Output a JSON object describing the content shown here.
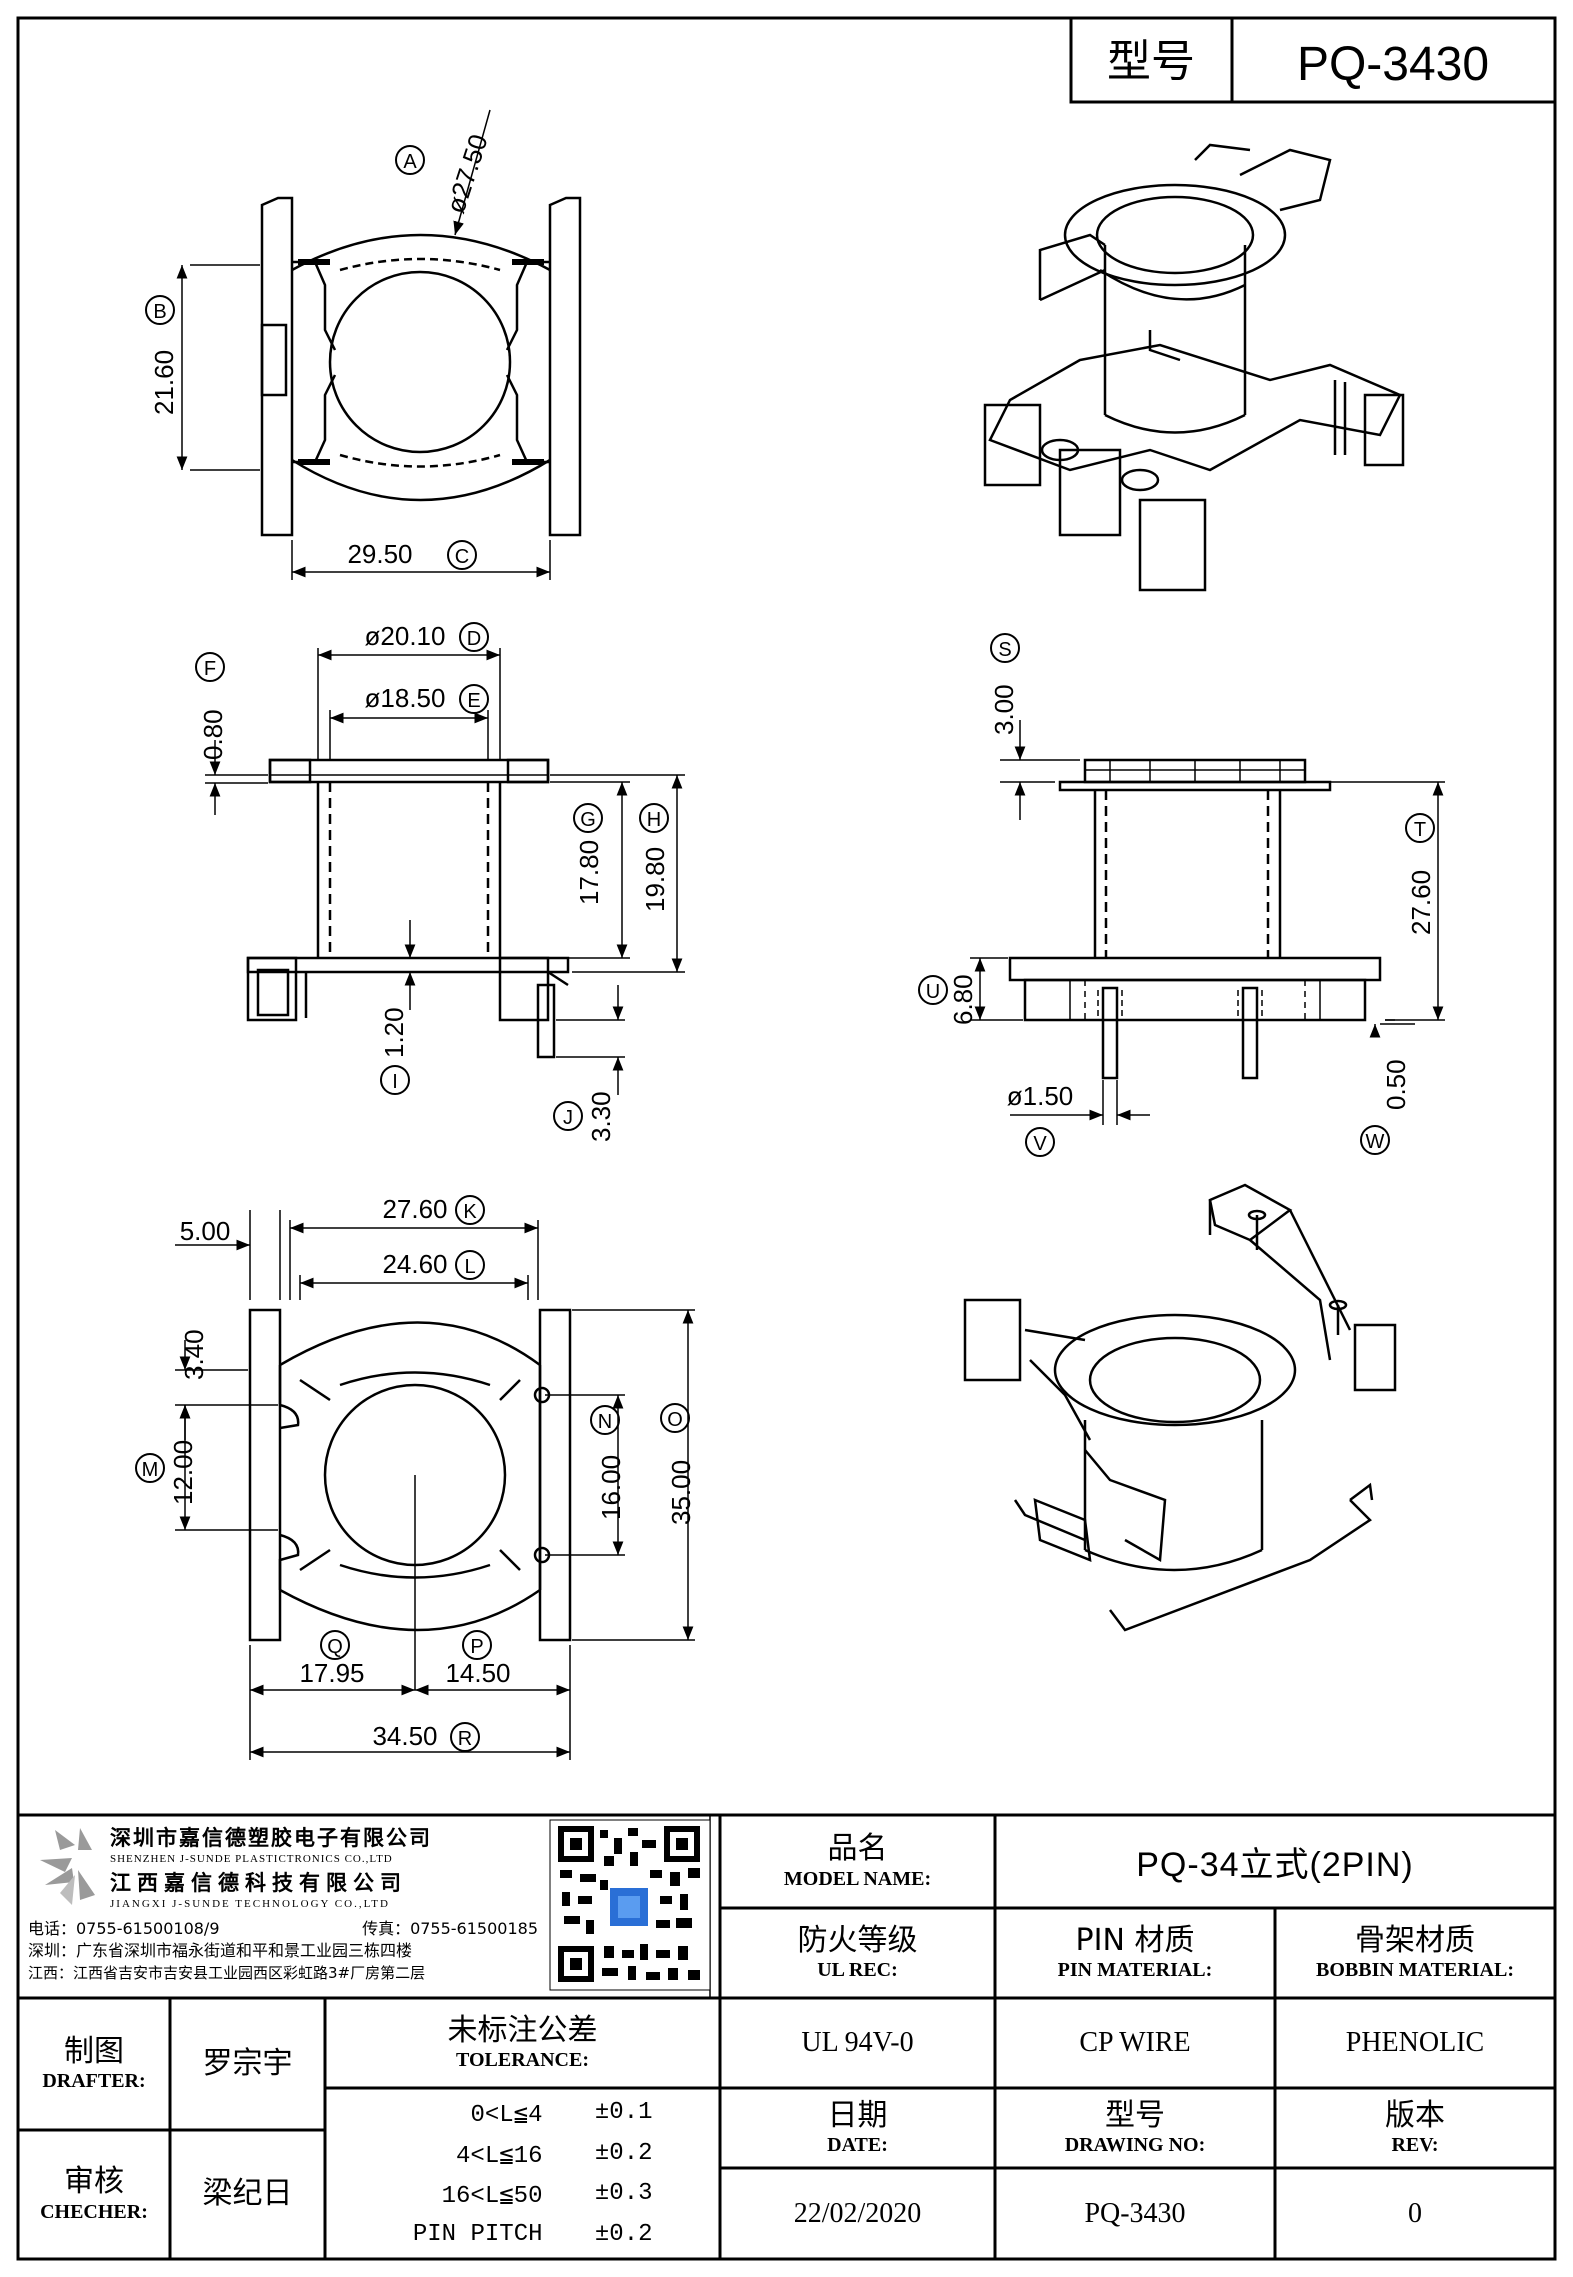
{
  "header": {
    "model_label": "型号",
    "model_value": "PQ-3430"
  },
  "top_view": {
    "dims": {
      "dia": "ø27.50",
      "height": "21.60",
      "width": "29.50"
    },
    "tags": {
      "a": "A",
      "b": "B",
      "c": "C"
    }
  },
  "front_view": {
    "dims": {
      "d1": "ø20.10",
      "d2": "ø18.50",
      "f": "0.80",
      "g": "17.80",
      "h": "19.80",
      "i": "1.20",
      "j": "3.30"
    },
    "tags": {
      "d": "D",
      "e": "E",
      "f": "F",
      "g": "G",
      "h": "H",
      "i": "I",
      "j": "J"
    }
  },
  "side_view": {
    "dims": {
      "s": "3.00",
      "t": "27.60",
      "u": "6.80",
      "v": "ø1.50",
      "w": "0.50"
    },
    "tags": {
      "s": "S",
      "t": "T",
      "u": "U",
      "v": "V",
      "w": "W"
    }
  },
  "bottom_view": {
    "dims": {
      "a": "5.00",
      "k": "27.60",
      "l": "24.60",
      "b": "3.40",
      "m": "12.00",
      "n": "16.00",
      "o": "35.00",
      "q": "17.95",
      "p": "14.50",
      "r": "34.50"
    },
    "tags": {
      "k": "K",
      "l": "L",
      "m": "M",
      "n": "N",
      "o": "O",
      "q": "Q",
      "p": "P",
      "r": "R"
    }
  },
  "company": {
    "name_cn_1": "深圳市嘉信德塑胶电子有限公司",
    "name_en_1": "SHENZHEN J-SUNDE PLASTICTRONICS CO.,LTD",
    "name_cn_2": "江西嘉信德科技有限公司",
    "name_en_2": "JIANGXI J-SUNDE TECHNOLOGY CO.,LTD",
    "tel": "电话：0755-61500108/9",
    "fax": "传真：0755-61500185",
    "addr_sz": "深圳：广东省深圳市福永街道和平和景工业园三栋四楼",
    "addr_jx": "江西：江西省吉安市吉安县工业园西区彩虹路3#厂房第二层"
  },
  "title_block": {
    "model_name_cn": "品名",
    "model_name_en": "MODEL NAME:",
    "model_name_value": "PQ-34立式(2PIN)",
    "ul_cn": "防火等级",
    "ul_en": "UL REC:",
    "pin_cn": "PIN 材质",
    "pin_en": "PIN MATERIAL:",
    "bobbin_cn": "骨架材质",
    "bobbin_en": "BOBBIN MATERIAL:",
    "ul_value": "UL 94V-0",
    "pin_value": "CP WIRE",
    "bobbin_value": "PHENOLIC",
    "date_cn": "日期",
    "date_en": "DATE:",
    "drawing_cn": "型号",
    "drawing_en": "DRAWING NO:",
    "rev_cn": "版本",
    "rev_en": "REV:",
    "date_value": "22/02/2020",
    "drawing_value": "PQ-3430",
    "rev_value": "0",
    "drafter_cn": "制图",
    "drafter_en": "DRAFTER:",
    "drafter_name": "罗宗宇",
    "checker_cn": "审核",
    "checker_en": "CHECHER:",
    "checker_name": "梁纪日",
    "tolerance_cn": "未标注公差",
    "tolerance_en": "TOLERANCE:",
    "tolerances": [
      {
        "range": "0<L≦4",
        "value": "±0.1"
      },
      {
        "range": "4<L≦16",
        "value": "±0.2"
      },
      {
        "range": "16<L≦50",
        "value": "±0.3"
      },
      {
        "range": "PIN PITCH",
        "value": "±0.2"
      }
    ]
  },
  "colors": {
    "line": "#000000",
    "qr_accent": "#2a6fd6",
    "logo_grey": "#9a9a9a"
  }
}
